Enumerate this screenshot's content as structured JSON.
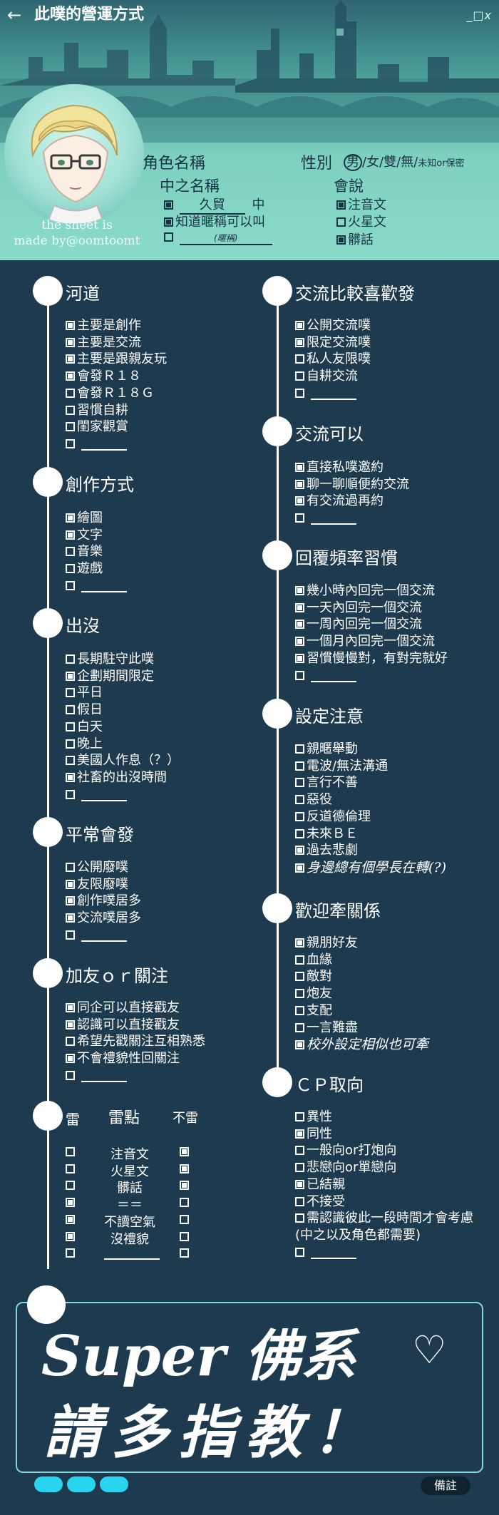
{
  "header": {
    "back_icon": "←",
    "title": "此噗的營運方式",
    "window_controls": "_□x",
    "credit_line1": "the sheet is",
    "credit_line2": "made by@oomtoomt",
    "character_name_label": "角色名稱",
    "gender_label": "性別",
    "gender_options": {
      "male": "男",
      "rest": "/女/雙/無/",
      "unknown": "未知or保密"
    },
    "pl_name_label": "中之名稱",
    "pl_name_value": "久貿",
    "pl_name_suffix": "中",
    "nickname_known": "知道暱稱可以叫",
    "nickname_placeholder": "(暱稱)",
    "languages_label": "會說",
    "languages": [
      {
        "label": "注音文",
        "checked": true
      },
      {
        "label": "火星文",
        "checked": false
      },
      {
        "label": "髒話",
        "checked": true
      }
    ]
  },
  "sections": {
    "river": {
      "title": "河道",
      "items": [
        {
          "label": "主要是創作",
          "checked": true
        },
        {
          "label": "主要是交流",
          "checked": true
        },
        {
          "label": "主要是跟親友玩",
          "checked": true
        },
        {
          "label": "會發Ｒ１８",
          "checked": true
        },
        {
          "label": "會發Ｒ１８Ｇ",
          "checked": false
        },
        {
          "label": "習慣自耕",
          "checked": false
        },
        {
          "label": "閨家觀賞",
          "checked": false
        },
        {
          "label": "",
          "checked": false
        }
      ]
    },
    "creation": {
      "title": "創作方式",
      "items": [
        {
          "label": "繪圖",
          "checked": true
        },
        {
          "label": "文字",
          "checked": true
        },
        {
          "label": "音樂",
          "checked": false
        },
        {
          "label": "遊戲",
          "checked": false
        },
        {
          "label": "",
          "checked": false
        }
      ]
    },
    "appearance": {
      "title": "出沒",
      "items": [
        {
          "label": "長期駐守此噗",
          "checked": false
        },
        {
          "label": "企劃期間限定",
          "checked": true
        },
        {
          "label": "平日",
          "checked": false
        },
        {
          "label": "假日",
          "checked": false
        },
        {
          "label": "白天",
          "checked": false
        },
        {
          "label": "晚上",
          "checked": false
        },
        {
          "label": "美國人作息（？）",
          "checked": false
        },
        {
          "label": "社畜的出沒時間",
          "checked": true
        },
        {
          "label": "",
          "checked": false
        }
      ]
    },
    "posting": {
      "title": "平常會發",
      "items": [
        {
          "label": "公開廢噗",
          "checked": false
        },
        {
          "label": "友限廢噗",
          "checked": true
        },
        {
          "label": "創作噗居多",
          "checked": true
        },
        {
          "label": "交流噗居多",
          "checked": true
        },
        {
          "label": "",
          "checked": false
        }
      ]
    },
    "friend": {
      "title": "加友ｏｒ關注",
      "items": [
        {
          "label": "同企可以直接戳友",
          "checked": true
        },
        {
          "label": "認識可以直接戳友",
          "checked": true
        },
        {
          "label": "希望先戳關注互相熟悉",
          "checked": false
        },
        {
          "label": "不會禮貌性回關注",
          "checked": true
        },
        {
          "label": "",
          "checked": false
        }
      ]
    },
    "thunder": {
      "title": "雷",
      "center_title": "雷點",
      "right_title": "不雷",
      "rows": [
        {
          "label": "注音文",
          "thunder": false,
          "ok": true
        },
        {
          "label": "火星文",
          "thunder": false,
          "ok": true
        },
        {
          "label": "髒話",
          "thunder": false,
          "ok": true
        },
        {
          "label": "＝＝",
          "thunder": true,
          "ok": false
        },
        {
          "label": "不讀空氣",
          "thunder": true,
          "ok": false
        },
        {
          "label": "沒禮貌",
          "thunder": true,
          "ok": false
        },
        {
          "label": "",
          "thunder": false,
          "ok": false
        }
      ]
    },
    "exchange_prefer": {
      "title": "交流比較喜歡發",
      "items": [
        {
          "label": "公開交流噗",
          "checked": true
        },
        {
          "label": "限定交流噗",
          "checked": true
        },
        {
          "label": "私人友限噗",
          "checked": false
        },
        {
          "label": "自耕交流",
          "checked": false
        },
        {
          "label": "",
          "checked": false
        }
      ]
    },
    "exchange_ok": {
      "title": "交流可以",
      "items": [
        {
          "label": "直接私噗邀約",
          "checked": true
        },
        {
          "label": "聊一聊順便約交流",
          "checked": true
        },
        {
          "label": "有交流過再約",
          "checked": true
        },
        {
          "label": "",
          "checked": false
        }
      ]
    },
    "reply": {
      "title": "回覆頻率習慣",
      "items": [
        {
          "label": "幾小時內回完一個交流",
          "checked": true
        },
        {
          "label": "一天內回完一個交流",
          "checked": true
        },
        {
          "label": "一周內回完一個交流",
          "checked": true
        },
        {
          "label": "一個月內回完一個交流",
          "checked": true
        },
        {
          "label": "習慣慢慢對，有對完就好",
          "checked": true
        },
        {
          "label": "",
          "checked": false
        }
      ]
    },
    "setting": {
      "title": "設定注意",
      "items": [
        {
          "label": "親暱舉動",
          "checked": false
        },
        {
          "label": "電波/無法溝通",
          "checked": false
        },
        {
          "label": "言行不善",
          "checked": false
        },
        {
          "label": "惡役",
          "checked": false
        },
        {
          "label": "反道德倫理",
          "checked": false
        },
        {
          "label": "未來ＢＥ",
          "checked": false
        },
        {
          "label": "過去悲劇",
          "checked": true
        },
        {
          "label": "身邊總有個學長在轉(?)",
          "checked": true
        }
      ]
    },
    "relation": {
      "title": "歡迎牽關係",
      "items": [
        {
          "label": "親朋好友",
          "checked": true
        },
        {
          "label": "血緣",
          "checked": false
        },
        {
          "label": "敵對",
          "checked": false
        },
        {
          "label": "炮友",
          "checked": false
        },
        {
          "label": "支配",
          "checked": false
        },
        {
          "label": "一言難盡",
          "checked": false
        },
        {
          "label": "校外設定相似也可牽",
          "checked": true
        }
      ]
    },
    "cp": {
      "title": "ＣＰ取向",
      "items": [
        {
          "label": "異性",
          "checked": false
        },
        {
          "label": "同性",
          "checked": true
        },
        {
          "label": "一般向or打炮向",
          "checked": false
        },
        {
          "label": "悲戀向or單戀向",
          "checked": false
        },
        {
          "label": "已結親",
          "checked": true
        },
        {
          "label": "不接受",
          "checked": false
        },
        {
          "label": "需認識彼此一段時間才會考慮",
          "checked": false
        },
        {
          "label": "(中之以及角色都需要)",
          "checked": null
        },
        {
          "label": "",
          "checked": false
        }
      ]
    }
  },
  "message": {
    "line1": "Super 佛系",
    "heart": "♡",
    "line2": "請多指教！"
  },
  "footer": {
    "remark_button": "備註"
  }
}
